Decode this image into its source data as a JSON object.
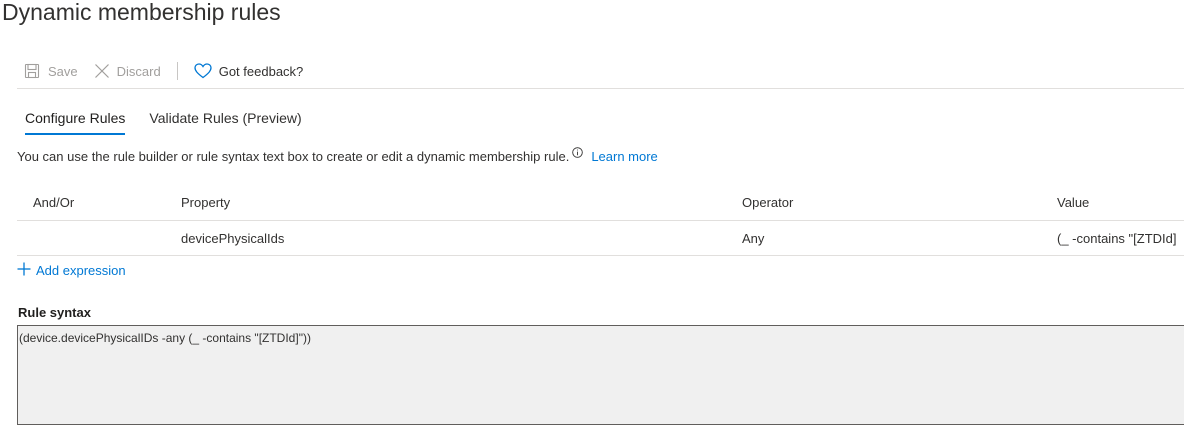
{
  "page": {
    "title": "Dynamic membership rules"
  },
  "toolbar": {
    "save_label": "Save",
    "discard_label": "Discard",
    "feedback_label": "Got feedback?"
  },
  "tabs": [
    {
      "label": "Configure Rules",
      "active": true
    },
    {
      "label": "Validate Rules (Preview)",
      "active": false
    }
  ],
  "info": {
    "text": "You can use the rule builder or rule syntax text box to create or edit a dynamic membership rule.",
    "learn_more": "Learn more"
  },
  "table": {
    "headers": {
      "andor": "And/Or",
      "property": "Property",
      "operator": "Operator",
      "value": "Value"
    },
    "rows": [
      {
        "andor": "",
        "property": "devicePhysicalIds",
        "operator": "Any",
        "value": "(_ -contains \"[ZTDId]"
      }
    ]
  },
  "add_expression_label": "Add expression",
  "rule_syntax": {
    "label": "Rule syntax",
    "value": "(device.devicePhysicalIDs -any (_ -contains \"[ZTDId]\"))"
  },
  "colors": {
    "accent": "#0078d4",
    "disabled": "#a19f9d",
    "text": "#323130",
    "textbox_bg": "#f0f0f0"
  },
  "icons": {
    "save": "save-icon",
    "discard": "close-icon",
    "feedback": "heart-icon",
    "info": "info-icon",
    "add": "plus-icon"
  }
}
